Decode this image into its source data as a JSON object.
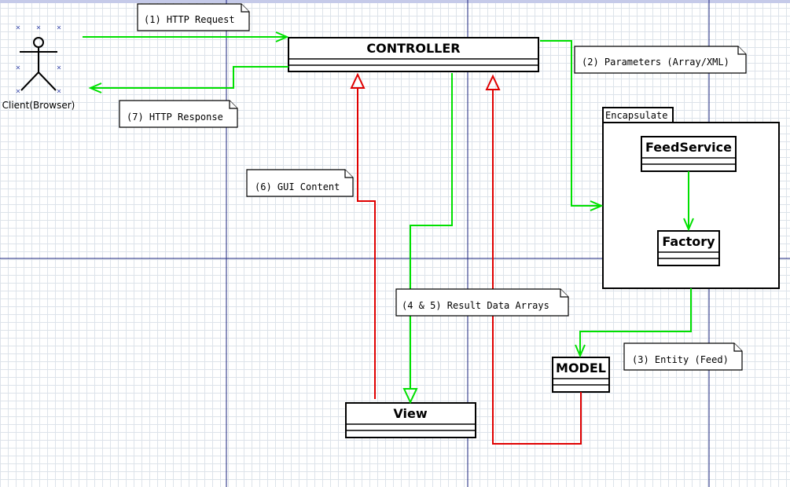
{
  "actor": {
    "label": "Client(Browser)"
  },
  "classes": {
    "controller": "CONTROLLER",
    "feedservice": "FeedService",
    "factory": "Factory",
    "model": "MODEL",
    "view": "View"
  },
  "package": {
    "tab": "Encapsulate"
  },
  "notes": {
    "http_request": "(1) HTTP Request",
    "parameters": "(2) Parameters (Array/XML)",
    "entity": "(3) Entity (Feed)",
    "result_data": "(4 & 5) Result Data Arrays",
    "gui_content": "(6) GUI Content",
    "http_response": "(7) HTTP Response"
  },
  "colors": {
    "request_flow": "#00e000",
    "return_flow": "#e00000",
    "guide_lines": "#1a237e",
    "grid": "#dde3ea"
  }
}
